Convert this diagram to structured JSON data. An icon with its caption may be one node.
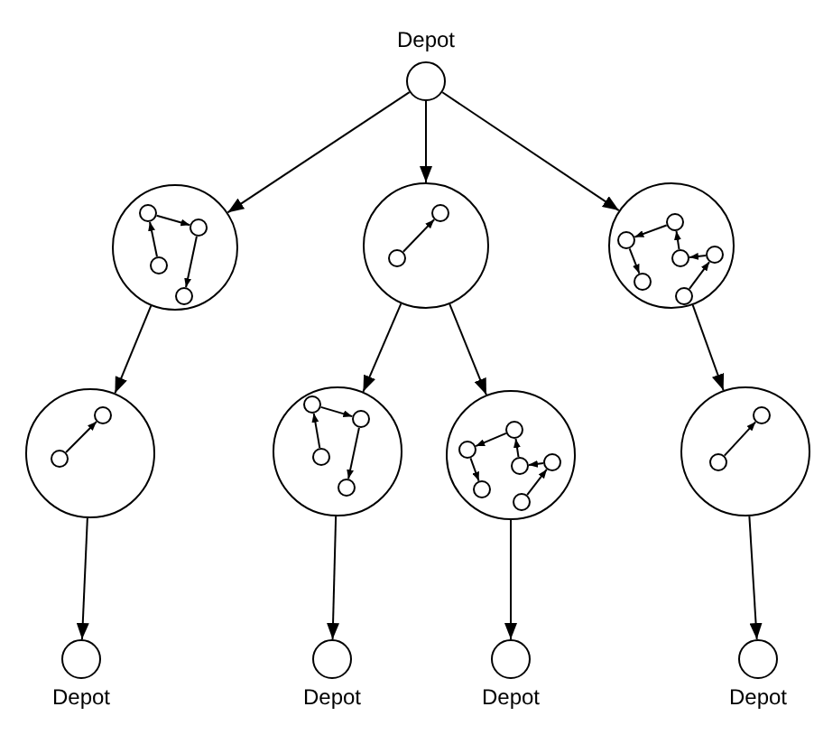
{
  "diagram": {
    "nodes": [
      {
        "text": [
          "Depot"
        ]
      },
      {
        "text": [],
        "shape": "circle"
      },
      {
        "text": [],
        "shape": "circle",
        "in": 1
      },
      {
        "text": [],
        "shape": "circle",
        "in": 1
      },
      {
        "text": [],
        "shape": "circle",
        "in": 1
      },
      {
        "text": [],
        "shape": "circle",
        "in": 1
      },
      {
        "text": [],
        "shape": "circle"
      },
      {
        "text": [],
        "shape": "circle",
        "in": 6
      },
      {
        "text": [],
        "shape": "circle",
        "in": 6
      },
      {
        "text": [],
        "shape": "circle"
      },
      {
        "text": [],
        "shape": "circle",
        "in": 9
      },
      {
        "text": [],
        "shape": "circle",
        "in": 9
      },
      {
        "text": [],
        "shape": "circle",
        "in": 9
      },
      {
        "text": [],
        "shape": "circle",
        "in": 9
      },
      {
        "text": [],
        "shape": "circle",
        "in": 9
      },
      {
        "text": [],
        "shape": "circle",
        "in": 9
      },
      {
        "text": [],
        "shape": "circle"
      },
      {
        "text": [],
        "shape": "circle",
        "in": 16
      },
      {
        "text": [],
        "shape": "circle",
        "in": 16
      },
      {
        "text": [],
        "shape": "circle"
      },
      {
        "text": [],
        "shape": "circle",
        "in": 19
      },
      {
        "text": [],
        "shape": "circle",
        "in": 19
      },
      {
        "text": [],
        "shape": "circle",
        "in": 19
      },
      {
        "text": [],
        "shape": "circle",
        "in": 19
      },
      {
        "text": [],
        "shape": "circle"
      },
      {
        "text": [],
        "shape": "circle",
        "in": 24
      },
      {
        "text": [],
        "shape": "circle",
        "in": 24
      },
      {
        "text": [],
        "shape": "circle",
        "in": 24
      },
      {
        "text": [],
        "shape": "circle",
        "in": 24
      },
      {
        "text": [],
        "shape": "circle",
        "in": 24
      },
      {
        "text": [],
        "shape": "circle",
        "in": 24
      },
      {
        "text": [],
        "shape": "circle"
      },
      {
        "text": [],
        "shape": "circle",
        "in": 31
      },
      {
        "text": [],
        "shape": "circle",
        "in": 31
      },
      {
        "text": [
          "Depot"
        ]
      },
      {
        "text": [
          "Depot"
        ]
      },
      {
        "text": [
          "Depot"
        ]
      },
      {
        "text": [
          "Depot"
        ]
      }
    ],
    "edges": [
      {
        "from": 0,
        "to": 1,
        "arrow": "to"
      },
      {
        "from": 0,
        "to": 6,
        "arrow": "to"
      },
      {
        "from": 0,
        "to": 9,
        "arrow": "to"
      },
      {
        "from": 4,
        "to": 2,
        "arrow": "to"
      },
      {
        "from": 2,
        "to": 3,
        "arrow": "to"
      },
      {
        "from": 3,
        "to": 5,
        "arrow": "to"
      },
      {
        "from": 7,
        "to": 8,
        "arrow": "to"
      },
      {
        "from": 11,
        "to": 10,
        "arrow": "to"
      },
      {
        "from": 10,
        "to": 14,
        "arrow": "to"
      },
      {
        "from": 12,
        "to": 11,
        "arrow": "to"
      },
      {
        "from": 13,
        "to": 12,
        "arrow": "to"
      },
      {
        "from": 15,
        "to": 13,
        "arrow": "to"
      },
      {
        "from": 1,
        "to": 16,
        "arrow": "to"
      },
      {
        "from": 6,
        "to": 19,
        "arrow": "to"
      },
      {
        "from": 6,
        "to": 24,
        "arrow": "to"
      },
      {
        "from": 9,
        "to": 31,
        "arrow": "to"
      },
      {
        "from": 17,
        "to": 18,
        "arrow": "to"
      },
      {
        "from": 22,
        "to": 20,
        "arrow": "to"
      },
      {
        "from": 20,
        "to": 21,
        "arrow": "to"
      },
      {
        "from": 21,
        "to": 23,
        "arrow": "to"
      },
      {
        "from": 26,
        "to": 25,
        "arrow": "to"
      },
      {
        "from": 25,
        "to": 29,
        "arrow": "to"
      },
      {
        "from": 27,
        "to": 26,
        "arrow": "to"
      },
      {
        "from": 28,
        "to": 27,
        "arrow": "to"
      },
      {
        "from": 30,
        "to": 28,
        "arrow": "to"
      },
      {
        "from": 32,
        "to": 33,
        "arrow": "to"
      },
      {
        "from": 16,
        "to": 34,
        "arrow": "to"
      },
      {
        "from": 19,
        "to": 35,
        "arrow": "to"
      },
      {
        "from": 24,
        "to": 36,
        "arrow": "to"
      },
      {
        "from": 31,
        "to": 37,
        "arrow": "to"
      }
    ]
  }
}
